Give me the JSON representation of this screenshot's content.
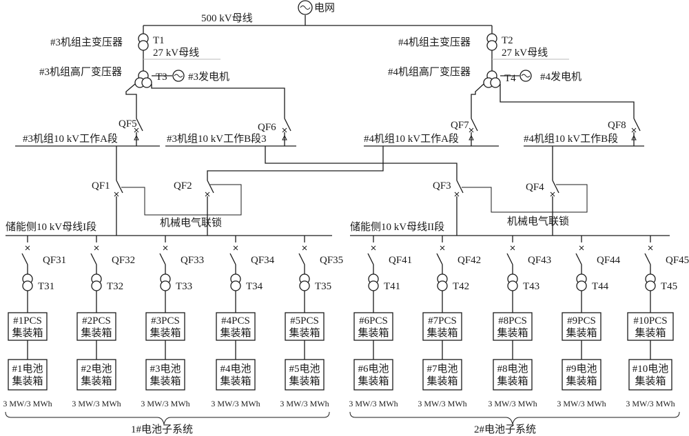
{
  "grid": "电网",
  "bus500": "500 kV母线",
  "unit3": {
    "main_transformer": "#3机组主变压器",
    "t_main": "T1",
    "bus27": "27 kV母线",
    "aux_transformer": "#3机组高厂变压器",
    "t_aux": "T3",
    "generator": "#3发电机",
    "qf_a": "QF5",
    "qf_b": "QF6",
    "section_a": "#3机组10 kV工作A段",
    "section_b": "#3机组10 kV工作B段3"
  },
  "unit4": {
    "main_transformer": "#4机组主变压器",
    "t_main": "T2",
    "bus27": "27 kV母线",
    "aux_transformer": "#4机组高厂变压器",
    "t_aux": "T4",
    "generator": "#4发电机",
    "qf_a": "QF7",
    "qf_b": "QF8",
    "section_a": "#4机组10 kV工作A段",
    "section_b": "#4机组10 kV工作B段"
  },
  "interlock": {
    "left_qf1": "QF1",
    "left_qf2": "QF2",
    "right_qf3": "QF3",
    "right_qf4": "QF4",
    "label": "机械电气联锁"
  },
  "storage_bus_1": "储能侧10 kV母线I段",
  "storage_bus_2": "储能侧10 kV母线II段",
  "pcs_line2": "集装箱",
  "battery_line2": "集装箱",
  "branches": [
    {
      "qf": "QF31",
      "t": "T31",
      "pcs": "#1PCS",
      "battery": "#1电池",
      "rating": "3 MW/3 MWh"
    },
    {
      "qf": "QF32",
      "t": "T32",
      "pcs": "#2PCS",
      "battery": "#2电池",
      "rating": "3 MW/3 MWh"
    },
    {
      "qf": "QF33",
      "t": "T33",
      "pcs": "#3PCS",
      "battery": "#3电池",
      "rating": "3 MW/3 MWh"
    },
    {
      "qf": "QF34",
      "t": "T34",
      "pcs": "#4PCS",
      "battery": "#4电池",
      "rating": "3 MW/3 MWh"
    },
    {
      "qf": "QF35",
      "t": "T35",
      "pcs": "#5PCS",
      "battery": "#5电池",
      "rating": "3 MW/3 MWh"
    },
    {
      "qf": "QF41",
      "t": "T41",
      "pcs": "#6PCS",
      "battery": "#6电池",
      "rating": "3 MW/3 MWh"
    },
    {
      "qf": "QF42",
      "t": "T42",
      "pcs": "#7PCS",
      "battery": "#7电池",
      "rating": "3 MW/3 MWh"
    },
    {
      "qf": "QF43",
      "t": "T43",
      "pcs": "#8PCS",
      "battery": "#8电池",
      "rating": "3 MW/3 MWh"
    },
    {
      "qf": "QF44",
      "t": "T44",
      "pcs": "#9PCS",
      "battery": "#9电池",
      "rating": "3 MW/3 MWh"
    },
    {
      "qf": "QF45",
      "t": "T45",
      "pcs": "#10PCS",
      "battery": "#10电池",
      "rating": "3 MW/3 MWh"
    }
  ],
  "subsystem_1": "1#电池子系统",
  "subsystem_2": "2#电池子系统"
}
